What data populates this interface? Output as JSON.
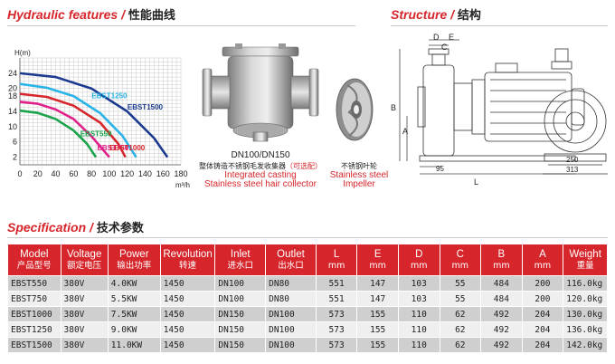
{
  "sections": {
    "hydraulic": {
      "en": "Hydraulic  features",
      "slash": "/",
      "cn": "性能曲线"
    },
    "structure": {
      "en": "Structure",
      "slash": "/",
      "cn": "结构"
    },
    "spec": {
      "en": "Specification",
      "slash": "/",
      "cn": "技术参数"
    }
  },
  "products": {
    "collector": {
      "size": "DN100/DN150",
      "cn": "整体铸造不锈钢毛发收集器",
      "cn_note": "（可选配）",
      "en1": "Integrated casting",
      "en2": "Stainless steel hair collector"
    },
    "impeller": {
      "cn": "不锈钢叶轮",
      "en1": "Stainless steel",
      "en2": "Impeller"
    }
  },
  "chart_data": {
    "type": "line",
    "ylabel": "H(m)",
    "xlabel": "m³/h",
    "xlim": [
      0,
      180
    ],
    "ylim": [
      0,
      28
    ],
    "x_ticks": [
      "0",
      "20",
      "40",
      "60",
      "80",
      "100",
      "120",
      "140",
      "160",
      "180"
    ],
    "y_ticks": [
      "2",
      "6",
      "10",
      "14",
      "18",
      "20",
      "24"
    ],
    "series": [
      {
        "name": "EBST550",
        "color": "#1aa34a",
        "x": [
          0,
          20,
          40,
          60,
          75,
          85
        ],
        "y": [
          14.2,
          13.6,
          12.0,
          9.0,
          5.5,
          2.0
        ],
        "label_at": [
          85,
          7.5
        ]
      },
      {
        "name": "EBST750",
        "color": "#e0218a",
        "x": [
          0,
          20,
          40,
          60,
          80,
          100
        ],
        "y": [
          16.5,
          16.0,
          14.5,
          12.0,
          7.5,
          2.0
        ],
        "label_at": [
          104,
          3.8
        ]
      },
      {
        "name": "EBST1000",
        "color": "#d6262b",
        "x": [
          0,
          30,
          60,
          90,
          110,
          118
        ],
        "y": [
          18.6,
          17.8,
          15.5,
          11.0,
          5.5,
          2.0
        ],
        "label_at": [
          120,
          3.8
        ]
      },
      {
        "name": "EBST1250",
        "color": "#2ab3e6",
        "x": [
          0,
          30,
          60,
          90,
          115,
          130
        ],
        "y": [
          21.2,
          20.2,
          18.0,
          13.5,
          7.5,
          2.0
        ],
        "label_at": [
          100,
          17.5
        ]
      },
      {
        "name": "EBST1500",
        "color": "#1b3a8f",
        "x": [
          0,
          40,
          80,
          120,
          150,
          165
        ],
        "y": [
          24.0,
          23.0,
          20.0,
          14.0,
          7.0,
          2.0
        ],
        "label_at": [
          140,
          14.5
        ]
      }
    ]
  },
  "drawing": {
    "labels": {
      "D": "D",
      "E": "E",
      "C": "C",
      "B": "B",
      "A": "A",
      "L": "L",
      "d95": "95",
      "w250": "250",
      "w313": "313"
    }
  },
  "table": {
    "headers": [
      {
        "en": "Model",
        "cn": "产品型号"
      },
      {
        "en": "Voltage",
        "cn": "额定电压"
      },
      {
        "en": "Power",
        "cn": "输出功率"
      },
      {
        "en": "Revolution",
        "cn": "转速"
      },
      {
        "en": "Inlet",
        "cn": "进水口"
      },
      {
        "en": "Outlet",
        "cn": "出水口"
      },
      {
        "en": "L",
        "cn": "mm"
      },
      {
        "en": "E",
        "cn": "mm"
      },
      {
        "en": "D",
        "cn": "mm"
      },
      {
        "en": "C",
        "cn": "mm"
      },
      {
        "en": "B",
        "cn": "mm"
      },
      {
        "en": "A",
        "cn": "mm"
      },
      {
        "en": "Weight",
        "cn": "重量"
      }
    ],
    "rows": [
      [
        "EBST550",
        "380V",
        "4.0KW",
        "1450",
        "DN100",
        "DN80",
        "551",
        "147",
        "103",
        "55",
        "484",
        "200",
        "116.0kg"
      ],
      [
        "EBST750",
        "380V",
        "5.5KW",
        "1450",
        "DN100",
        "DN80",
        "551",
        "147",
        "103",
        "55",
        "484",
        "200",
        "120.0kg"
      ],
      [
        "EBST1000",
        "380V",
        "7.5KW",
        "1450",
        "DN150",
        "DN100",
        "573",
        "155",
        "110",
        "62",
        "492",
        "204",
        "130.0kg"
      ],
      [
        "EBST1250",
        "380V",
        "9.0KW",
        "1450",
        "DN150",
        "DN100",
        "573",
        "155",
        "110",
        "62",
        "492",
        "204",
        "136.0kg"
      ],
      [
        "EBST1500",
        "380V",
        "11.0KW",
        "1450",
        "DN150",
        "DN100",
        "573",
        "155",
        "110",
        "62",
        "492",
        "204",
        "142.0kg"
      ]
    ]
  }
}
